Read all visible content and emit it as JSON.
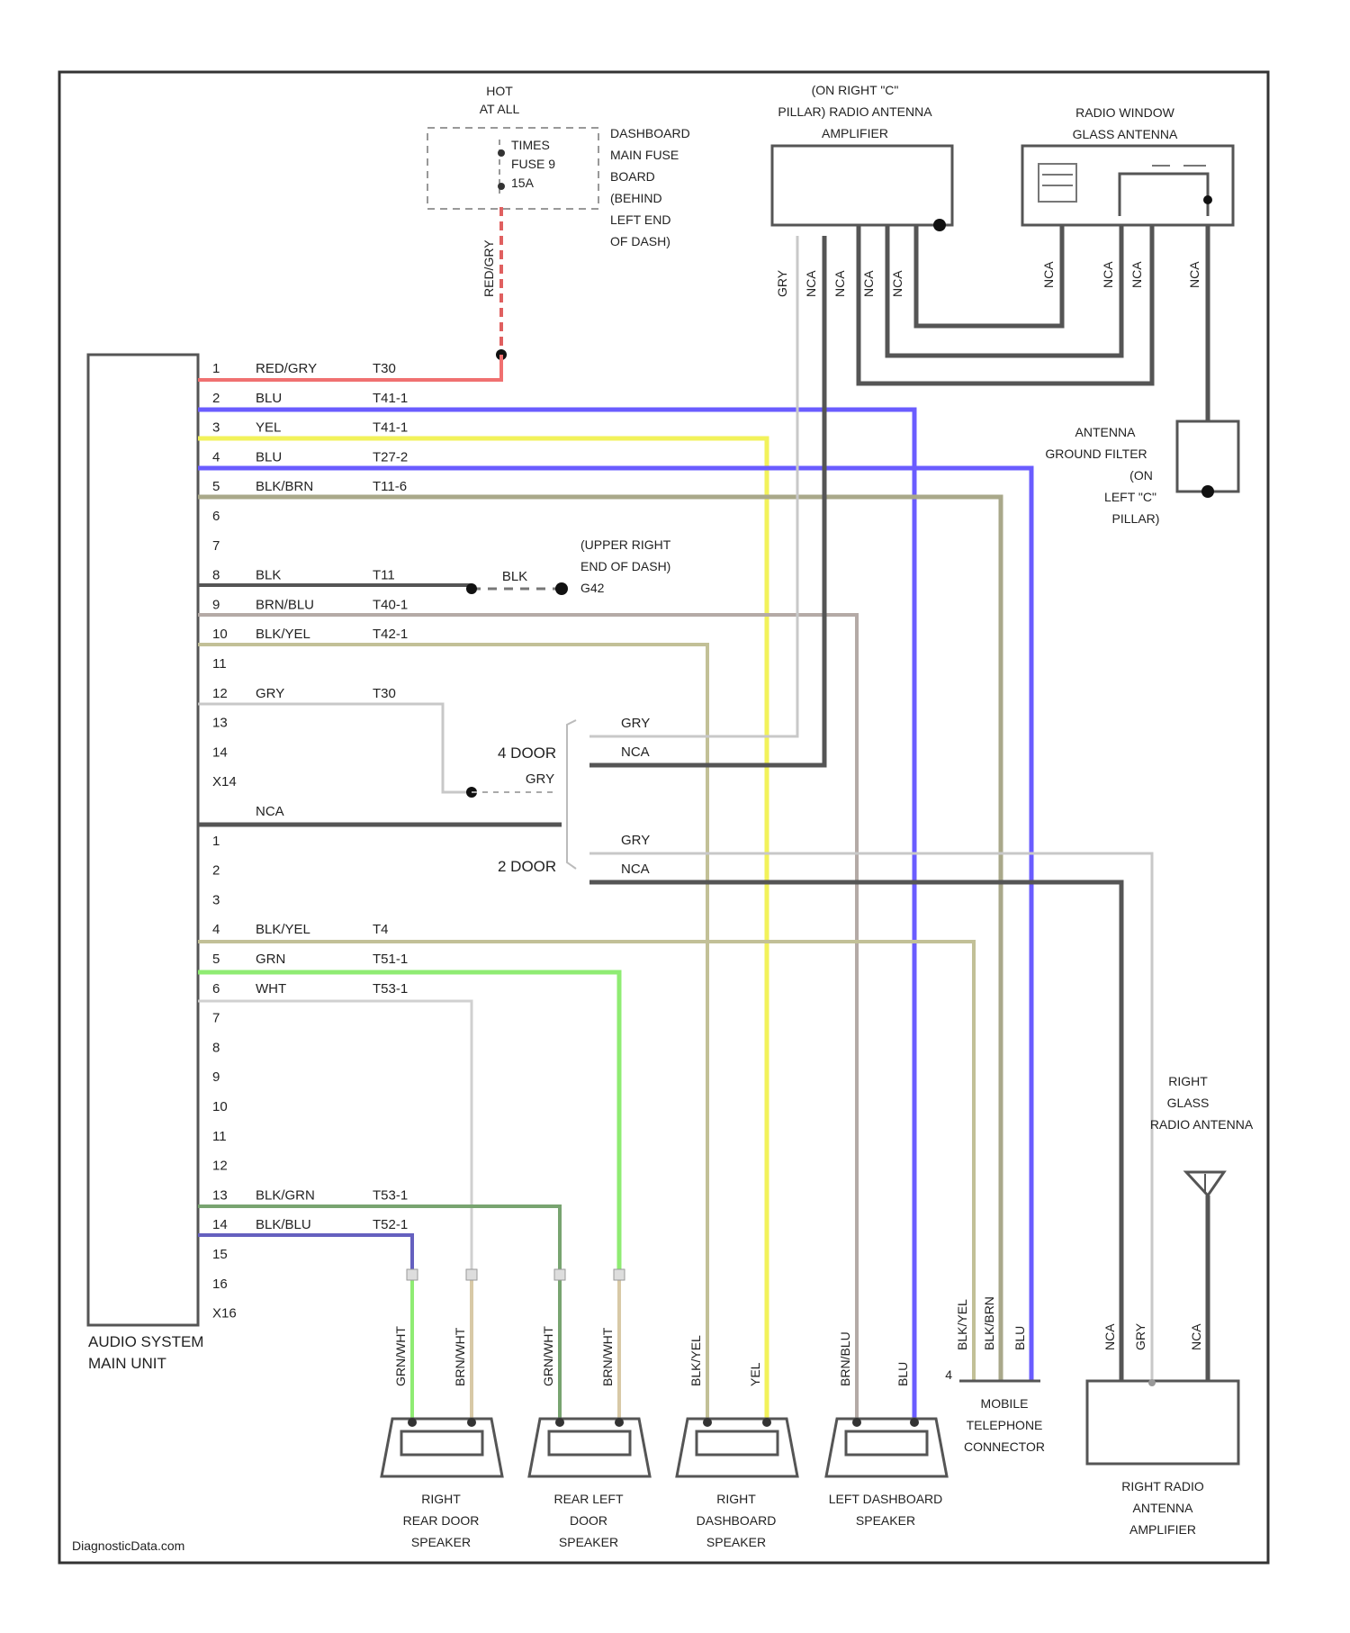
{
  "colors": {
    "RED": "#f07070",
    "BLU": "#6a5cff",
    "YEL": "#f2f25a",
    "GRY": "#c8c8c8",
    "BLK": "#555555",
    "NCA": "#555555",
    "BRN": "#b5ab86",
    "BLK_BRN": "#a9a88a",
    "BLK_YEL": "#c2c097",
    "BRN_BLU": "#b4aaa6",
    "GRN": "#8fec73",
    "WHT": "#d0d0d0",
    "BLK_GRN": "#78a470",
    "BLK_BLU": "#6560bf",
    "frame": "#333333",
    "dashed_red": "#e06060"
  },
  "components": {
    "hot_label": [
      "HOT",
      "AT ALL",
      "TIMES"
    ],
    "fuse": [
      "FUSE 9",
      "15A"
    ],
    "dash_fuse_label": [
      "DASHBOARD",
      "MAIN FUSE",
      "BOARD",
      "(BEHIND",
      "LEFT END",
      "OF DASH)"
    ],
    "right_c_amp_label": [
      "(ON RIGHT \"C\"",
      "PILLAR) RADIO ANTENNA",
      "AMPLIFIER"
    ],
    "window_antenna_label": [
      "RADIO WINDOW",
      "GLASS ANTENNA"
    ],
    "ground_filter_label": [
      "ANTENNA",
      "GROUND FILTER",
      "(ON",
      "LEFT \"C\"",
      "PILLAR)"
    ],
    "ground_point_label": [
      "(UPPER RIGHT",
      "END OF DASH)",
      "G42"
    ],
    "head_unit_label": [
      "AUDIO SYSTEM",
      "MAIN UNIT"
    ],
    "four_door": "4 DOOR",
    "two_door": "2 DOOR",
    "right_glass_label": [
      "RIGHT",
      "GLASS",
      "RADIO ANTENNA"
    ],
    "mobile_label": [
      "MOBILE",
      "TELEPHONE",
      "CONNECTOR"
    ],
    "right_amp_label": [
      "RIGHT RADIO",
      "ANTENNA",
      "AMPLIFIER"
    ],
    "spk_rr_label": [
      "RIGHT",
      "REAR DOOR",
      "SPEAKER"
    ],
    "spk_rl_label": [
      "REAR LEFT",
      "DOOR",
      "SPEAKER"
    ],
    "spk_rd_label": [
      "RIGHT",
      "DASHBOARD",
      "SPEAKER"
    ],
    "spk_ld_label": [
      "LEFT DASHBOARD",
      "SPEAKER"
    ],
    "watermark": "DiagnosticData.com"
  },
  "connector_a": [
    {
      "pin": "1",
      "wire": "RED/GRY",
      "term": "T30"
    },
    {
      "pin": "2",
      "wire": "BLU",
      "term": "T41-1"
    },
    {
      "pin": "3",
      "wire": "YEL",
      "term": "T41-1"
    },
    {
      "pin": "4",
      "wire": "BLU",
      "term": "T27-2"
    },
    {
      "pin": "5",
      "wire": "BLK/BRN",
      "term": "T11-6"
    },
    {
      "pin": "6",
      "wire": "",
      "term": ""
    },
    {
      "pin": "7",
      "wire": "",
      "term": ""
    },
    {
      "pin": "8",
      "wire": "BLK",
      "term": "T11"
    },
    {
      "pin": "9",
      "wire": "BRN/BLU",
      "term": "T40-1"
    },
    {
      "pin": "10",
      "wire": "BLK/YEL",
      "term": "T42-1"
    },
    {
      "pin": "11",
      "wire": "",
      "term": ""
    },
    {
      "pin": "12",
      "wire": "GRY",
      "term": "T30"
    },
    {
      "pin": "13",
      "wire": "",
      "term": ""
    },
    {
      "pin": "14",
      "wire": "",
      "term": ""
    },
    {
      "pin": "X14",
      "wire": "",
      "term": ""
    }
  ],
  "connector_b": [
    {
      "pin": "",
      "wire": "NCA",
      "term": ""
    },
    {
      "pin": "1",
      "wire": "",
      "term": ""
    },
    {
      "pin": "2",
      "wire": "",
      "term": ""
    },
    {
      "pin": "3",
      "wire": "",
      "term": ""
    },
    {
      "pin": "4",
      "wire": "BLK/YEL",
      "term": "T4"
    },
    {
      "pin": "5",
      "wire": "GRN",
      "term": "T51-1"
    },
    {
      "pin": "6",
      "wire": "WHT",
      "term": "T53-1"
    },
    {
      "pin": "7",
      "wire": "",
      "term": ""
    },
    {
      "pin": "8",
      "wire": "",
      "term": ""
    },
    {
      "pin": "9",
      "wire": "",
      "term": ""
    },
    {
      "pin": "10",
      "wire": "",
      "term": ""
    },
    {
      "pin": "11",
      "wire": "",
      "term": ""
    },
    {
      "pin": "12",
      "wire": "",
      "term": ""
    },
    {
      "pin": "13",
      "wire": "BLK/GRN",
      "term": "T53-1"
    },
    {
      "pin": "14",
      "wire": "BLK/BLU",
      "term": "T52-1"
    },
    {
      "pin": "15",
      "wire": "",
      "term": ""
    },
    {
      "pin": "16",
      "wire": "",
      "term": ""
    },
    {
      "pin": "X16",
      "wire": "",
      "term": ""
    }
  ],
  "wire_labels": {
    "red_gry_vertical": "RED/GRY",
    "blk_ground": "BLK",
    "gry_4door": "GRY",
    "nca_4door": "NCA",
    "gry_2door": "GRY",
    "nca_2door": "NCA",
    "gry_short": "GRY",
    "top_amp_pins": [
      "GRY",
      "NCA",
      "NCA",
      "NCA",
      "NCA"
    ],
    "window_pins": [
      "NCA",
      "NCA",
      "NCA",
      "NCA"
    ],
    "spk_rr_pins": [
      "GRN/WHT",
      "BRN/WHT"
    ],
    "spk_rl_pins": [
      "GRN/WHT",
      "BRN/WHT"
    ],
    "spk_rd_pins": [
      "BLK/YEL",
      "YEL"
    ],
    "spk_ld_pins": [
      "BRN/BLU",
      "BLU"
    ],
    "mobile_pins": [
      "BLK/YEL",
      "BLK/BRN",
      "BLU"
    ],
    "mobile_pin_num": "4",
    "right_amp_pins": [
      "NCA",
      "GRY",
      "NCA"
    ]
  }
}
